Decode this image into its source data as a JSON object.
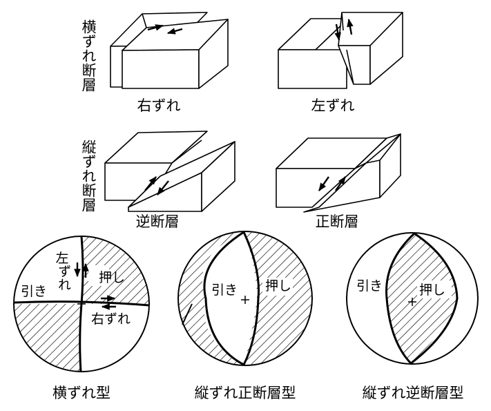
{
  "row_labels": {
    "strike_slip": "横ずれ断層",
    "dip_slip": "縦ずれ断層"
  },
  "blocks": {
    "right_lateral": "右ずれ",
    "left_lateral": "左ずれ",
    "reverse_fault": "逆断層",
    "normal_fault": "正断層"
  },
  "spheres": {
    "strike_slip": {
      "caption": "横ずれ型",
      "left_text": "左",
      "left_text2": "ずれ",
      "push": "押し",
      "pull": "引き",
      "right_text": "右ずれ"
    },
    "normal": {
      "caption": "縦ずれ正断層型",
      "pull": "引き",
      "push": "押し"
    },
    "reverse": {
      "caption": "縦ずれ逆断層型",
      "pull": "引き",
      "push": "押し"
    }
  },
  "colors": {
    "ink": "#000000",
    "paper": "#ffffff"
  }
}
